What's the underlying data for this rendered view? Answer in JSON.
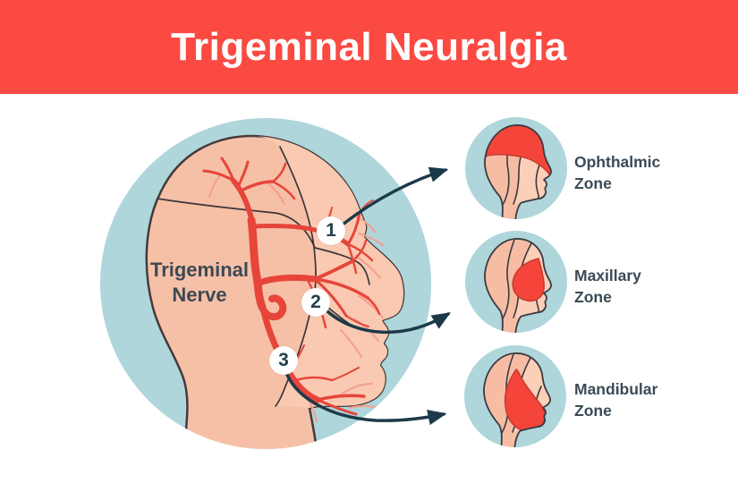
{
  "banner": {
    "title": "Trigeminal Neuralgia",
    "bg_color": "#fb4a42",
    "text_color": "#ffffff"
  },
  "diagram": {
    "main_label": "Trigeminal Nerve",
    "zones": [
      {
        "number": "1",
        "label": "Ophthalmic Zone"
      },
      {
        "number": "2",
        "label": "Maxillary Zone"
      },
      {
        "number": "3",
        "label": "Mandibular Zone"
      }
    ],
    "colors": {
      "circle_blue": "#aed6db",
      "skin": "#f6c0a7",
      "skin_light": "#fac9b2",
      "nerve_red": "#e7453a",
      "zone_red": "#f5453b",
      "navy": "#1c3a49",
      "label_slate": "#3b4b55"
    }
  }
}
